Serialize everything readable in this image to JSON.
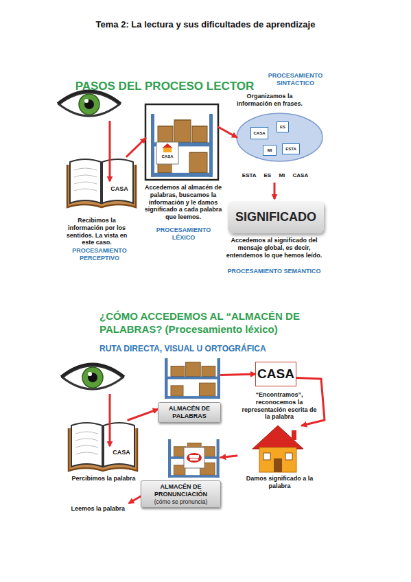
{
  "diagram": {
    "title": "Tema 2: La lectura y sus dificultades de aprendizaje",
    "nodes": [
      {
        "text": [
          "CASA"
        ]
      },
      {
        "text": [
          "CASA"
        ]
      },
      {
        "text": [
          "PROCESAMIENTO SINTÁCTICO",
          "Organizamos la información en frases."
        ]
      },
      {
        "text": [
          "CASA"
        ],
        "in": 2
      },
      {
        "text": [
          "ES"
        ],
        "in": 2
      },
      {
        "text": [
          "MI"
        ],
        "in": 2
      },
      {
        "text": [
          "ESTA"
        ],
        "in": 2
      },
      {
        "text": [
          "SIGNIFICADO"
        ]
      },
      {
        "text": [
          "CASA"
        ]
      },
      {
        "text": [
          "ALMACÉN DE PALABRAS"
        ]
      },
      {
        "text": [
          "CASA"
        ]
      },
      {
        "text": [
          "Damos significado a la palabra"
        ]
      },
      {
        "text": [
          "ALMACÉN DE PRONUNCIACIÓN",
          "(cómo se pronuncia)"
        ]
      }
    ],
    "edges": [
      {
        "from": 0,
        "to": 1,
        "arrow": "to"
      },
      {
        "from": 1,
        "to": 2,
        "arrow": "to"
      },
      {
        "from": 8,
        "to": 9,
        "arrow": "to"
      },
      {
        "from": 9,
        "to": 10,
        "arrow": "to"
      },
      {
        "from": 10,
        "to": 11,
        "arrow": "to"
      },
      {
        "from": 11,
        "to": 12,
        "arrow": "to"
      }
    ],
    "labels": [
      "PASOS DEL PROCESO LECTOR",
      "Recibimos la información por los sentidos. La vista en este caso.",
      "PROCESAMIENTO PERCEPTIVO",
      "Accedemos al almacén de palabras, buscamos la información y le damos significado a cada palabra que leemos.",
      "PROCESAMIENTO LÉXICO",
      "ESTA ES MI CASA",
      "Accedemos al significado del mensaje global, es decir, entendemos lo que hemos leído.",
      "PROCESAMIENTO SEMÁNTICO",
      "¿CÓMO ACCEDEMOS AL “ALMACÉN DE PALABRAS? (Procesamiento léxico)",
      "RUTA DIRECTA, VISUAL U ORTOGRÁFICA",
      "Percibimos la palabra",
      "“Encontramos”, reconocemos la representación escrita de la palabra",
      "Leemos la palabra"
    ]
  }
}
